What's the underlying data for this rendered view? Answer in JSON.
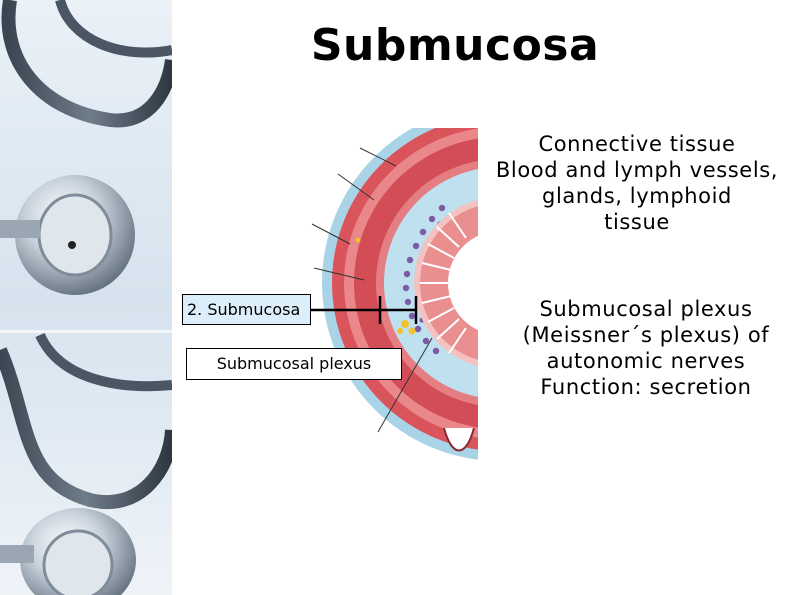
{
  "slide": {
    "title": "Submucosa",
    "labels": {
      "submucosa": "2. Submucosa",
      "plexus": "Submucosal plexus"
    },
    "description_1": [
      "Connective tissue",
      "Blood and lymph vessels,",
      "glands, lymphoid",
      "tissue"
    ],
    "description_2": [
      "Submucosal plexus",
      "(Meissner´s plexus) of",
      "autonomic nerves",
      "Function: secretion"
    ]
  },
  "colors": {
    "label_highlight": "#ddeefb",
    "serosa": "#a9d4e8",
    "muscle": "#d9555b",
    "submucosa": "#bfe0ef",
    "plexus": "#f2c230",
    "mucosa": "#e98f8f"
  },
  "icons": [
    "stethoscope-image",
    "intestine-cross-section-illustration"
  ]
}
